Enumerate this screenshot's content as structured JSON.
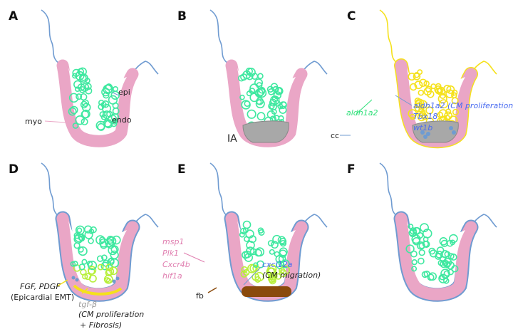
{
  "panels": [
    {
      "letter": "A",
      "labels": {
        "epi": "epi",
        "myo": "myo",
        "endo": "endo"
      }
    },
    {
      "letter": "B",
      "labels": {
        "ia": "IA"
      }
    },
    {
      "letter": "C",
      "labels": {
        "aldh1a2_green": "aldh1a2",
        "aldh1a2_blue": "aldh1a2 (CM proliferation)",
        "tbx18": "Tbx18",
        "wt1b": "wt1b",
        "cc": "cc"
      }
    },
    {
      "letter": "D",
      "labels": {
        "fgf": "FGF, PDGF",
        "emt": "(Epicardial EMT)",
        "tgf": "tgf-β",
        "cmprolif": "(CM proliferation",
        "fibrosis": "+ Fibrosis)"
      }
    },
    {
      "letter": "E",
      "labels": {
        "msp1": "msp1",
        "plk1": "Plk1",
        "cxcr4b": "Cxcr4b",
        "hif1a": "hif1a",
        "cxcl12a": "cxcl12a",
        "cmmig": "(CM migration)",
        "fb": "fb"
      }
    },
    {
      "letter": "F",
      "labels": {}
    }
  ],
  "colors": {
    "epicardium": "#6f9bd1",
    "myocardium": "#eaa6c6",
    "endo_green": "#3fe8a0",
    "yellow": "#f5e11c",
    "ia_gray": "#a8a8a8",
    "fb_brown": "#8a4a0c",
    "blue_text": "#4a6cf0",
    "pink_text": "#e07fb0",
    "gray_text": "#999999",
    "green_text": "#2fe07a"
  }
}
